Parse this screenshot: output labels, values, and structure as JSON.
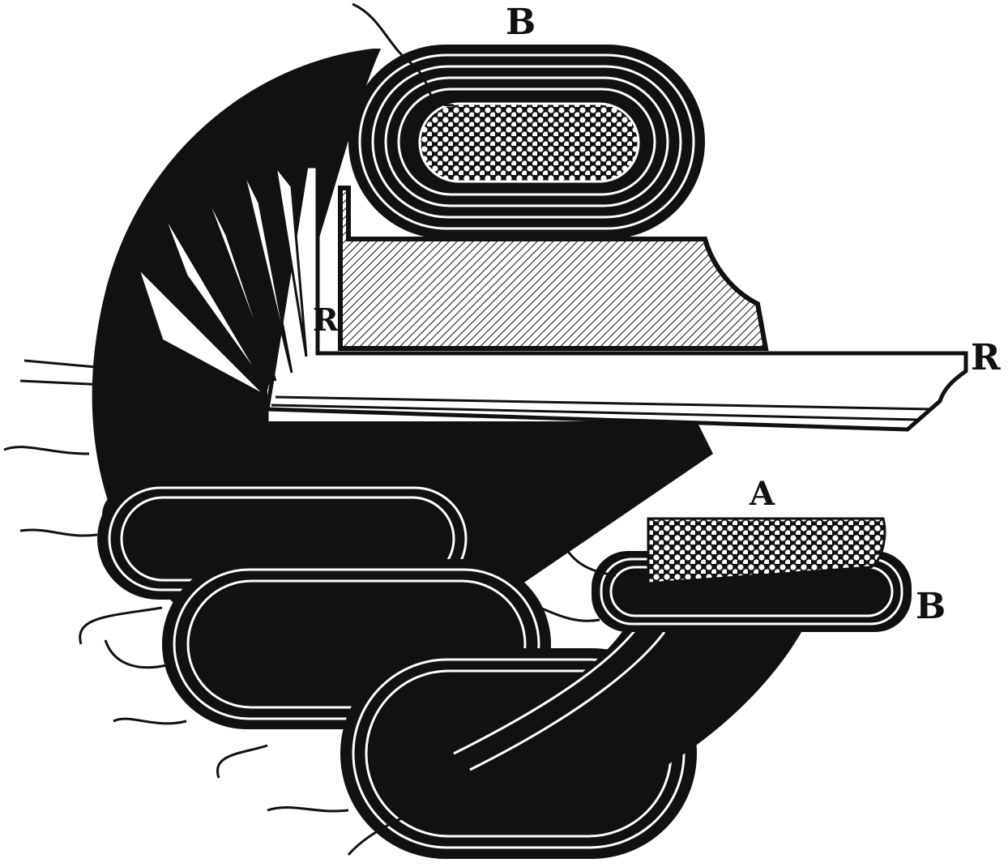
{
  "labels": {
    "b_top": "B",
    "r_left": "R",
    "r_right": "R",
    "a": "A",
    "b_bottom": "B"
  },
  "colors": {
    "ink": "#111111",
    "paper": "#ffffff"
  }
}
